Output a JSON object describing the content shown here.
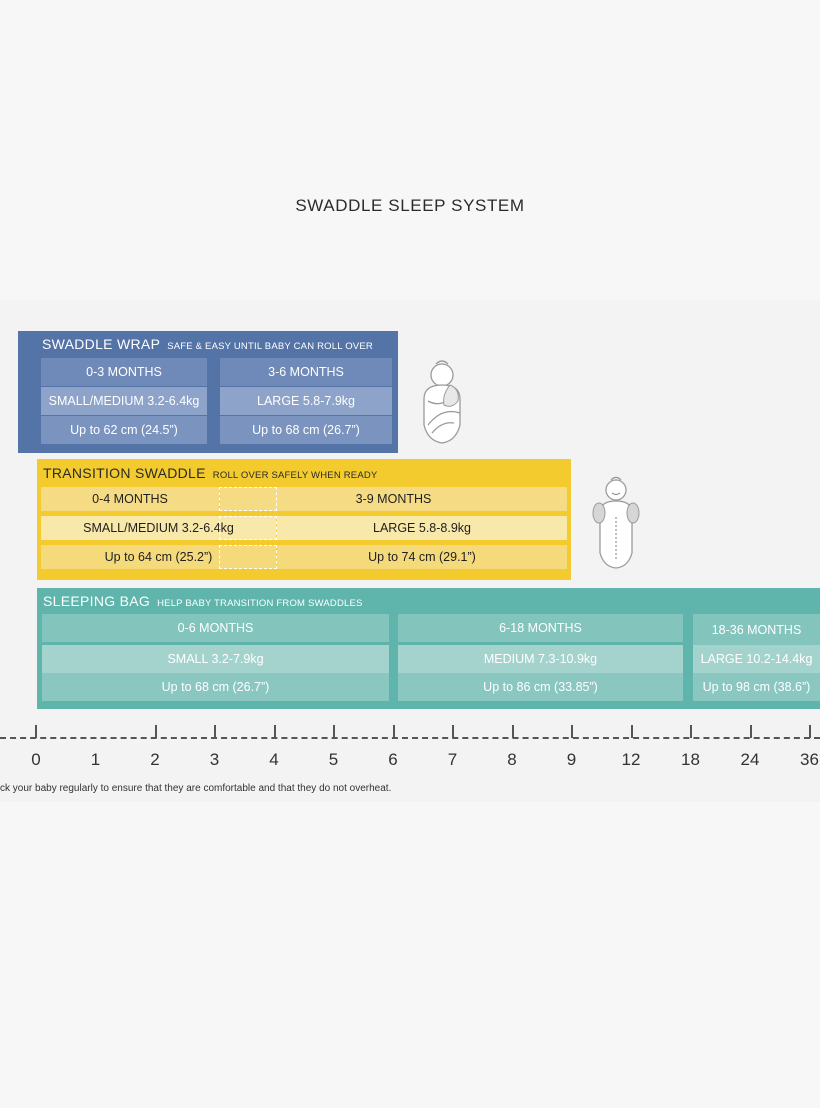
{
  "title": "SWADDLE SLEEP SYSTEM",
  "swaddle_wrap": {
    "name": "SWADDLE WRAP",
    "subtitle": "SAFE & EASY UNTIL BABY CAN ROLL OVER",
    "columns": [
      {
        "age": "0-3 MONTHS",
        "size": "SMALL/MEDIUM 3.2-6.4kg",
        "length": "Up to 62 cm (24.5”)"
      },
      {
        "age": "3-6 MONTHS",
        "size": "LARGE 5.8-7.9kg",
        "length": "Up to 68 cm (26.7”)"
      }
    ],
    "color": "#5473a7"
  },
  "transition_swaddle": {
    "name": "TRANSITION SWADDLE",
    "subtitle": "ROLL OVER SAFELY WHEN READY",
    "columns": [
      {
        "age": "0-4 MONTHS",
        "size": "SMALL/MEDIUM 3.2-6.4kg",
        "length": "Up to 64 cm (25.2”)"
      },
      {
        "age": "3-9 MONTHS",
        "size": "LARGE 5.8-8.9kg",
        "length": "Up to 74 cm (29.1”)"
      }
    ],
    "color": "#f3cb2e"
  },
  "sleeping_bag": {
    "name": "SLEEPING BAG",
    "subtitle": "HELP BABY TRANSITION FROM SWADDLES",
    "columns": [
      {
        "age": "0-6 MONTHS",
        "size": "SMALL 3.2-7.9kg",
        "length": "Up to 68 cm (26.7”)"
      },
      {
        "age": "6-18 MONTHS",
        "size": "MEDIUM 7.3-10.9kg",
        "length": "Up to 86 cm (33.85”)"
      },
      {
        "age": "18-36 MONTHS",
        "size": "LARGE 10.2-14.4kg",
        "length": "Up to 98 cm (38.6”)"
      }
    ],
    "color": "#5fb4ab"
  },
  "axis": {
    "ticks": [
      "0",
      "1",
      "2",
      "3",
      "4",
      "5",
      "6",
      "7",
      "8",
      "9",
      "12",
      "18",
      "24",
      "36"
    ]
  },
  "note": "ck your baby regularly to ensure that they are comfortable and that they do not overheat.",
  "icons": [
    "swaddled-baby-icon",
    "baby-in-transition-swaddle-icon"
  ]
}
